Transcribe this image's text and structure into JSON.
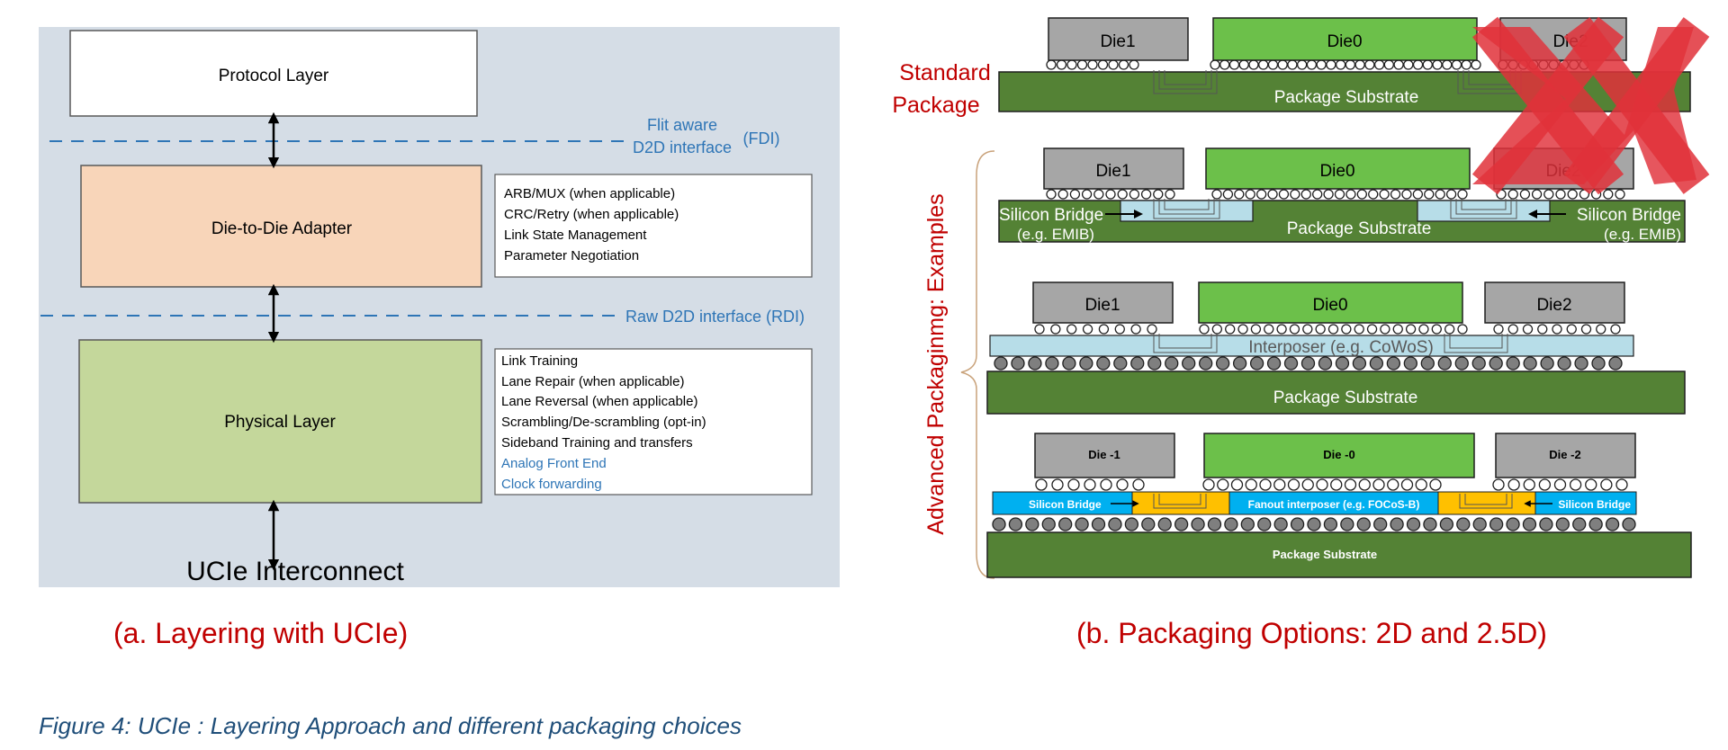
{
  "panel_a": {
    "protocol_layer": "Protocol Layer",
    "fdi_line1": "Flit aware",
    "fdi_line2": "D2D interface",
    "fdi_abbr": "(FDI)",
    "d2d_adapter": "Die-to-Die Adapter",
    "adapter_features": [
      "ARB/MUX (when applicable)",
      "CRC/Retry (when applicable)",
      "Link State Management",
      "Parameter Negotiation"
    ],
    "rdi_label": "Raw D2D interface (RDI)",
    "physical_layer": "Physical Layer",
    "phy_features": [
      "Link Training",
      "Lane Repair (when applicable)",
      "Lane Reversal (when applicable)",
      "Scrambling/De-scrambling (opt-in)",
      "Sideband Training and transfers"
    ],
    "phy_features_blue": [
      "Analog Front End",
      "Clock forwarding"
    ],
    "interconnect": "UCIe Interconnect",
    "caption": "(a. Layering with UCIe)"
  },
  "panel_b": {
    "standard_line1": "Standard",
    "standard_line2": "Package",
    "advanced_label": "Advanced Packaginmg: Examples",
    "die1": "Die1",
    "die0": "Die0",
    "die2": "Die2",
    "package_substrate": "Package Substrate",
    "silicon_bridge": "Silicon Bridge",
    "emib": "(e.g. EMIB)",
    "interposer": "Interposer (e.g. CoWoS)",
    "die_m1": "Die -1",
    "die_m0": "Die -0",
    "die_m2": "Die -2",
    "fanout": "Fanout interposer (e.g. FOCoS-B)",
    "caption": "(b. Packaging Options: 2D and 2.5D)"
  },
  "figure_caption": "Figure 4: UCIe : Layering Approach and different packaging choices",
  "colors": {
    "panel_bg": "#d5dde6",
    "adapter": "#f8d5b9",
    "physical": "#c4d79b",
    "die_gray": "#a6a6a6",
    "die_green": "#6cc04a",
    "substrate": "#548235",
    "bridge": "#b7dde8",
    "fanout_blue": "#00b0f0",
    "fanout_gold": "#ffc000",
    "red": "#c00000",
    "blue_text": "#2e75b6",
    "cross": "#e0313a"
  }
}
